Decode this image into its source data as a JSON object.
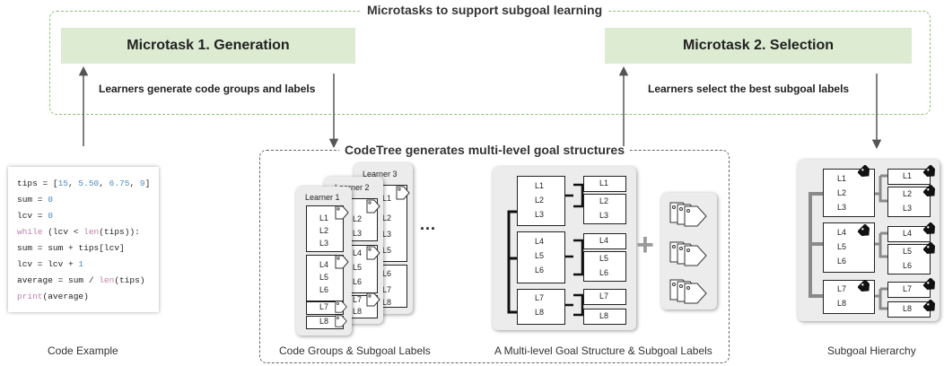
{
  "header": {
    "title": "Microtasks to support subgoal learning"
  },
  "microtask1": {
    "label": "Microtask 1. Generation",
    "description": "Learners generate code groups and labels"
  },
  "microtask2": {
    "label": "Microtask 2. Selection",
    "description": "Learners select the best subgoal labels"
  },
  "codetree": {
    "title": "CodeTree generates multi-level goal structures"
  },
  "code_example": {
    "lines": [
      "tips = [15, 5.50, 6.75, 9]",
      "sum = 0",
      "lcv = 0",
      "while (lcv < len(tips)):",
      "  sum = sum + tips[lcv]",
      "  lcv = lcv + 1",
      "average = sum / len(tips)",
      "print(average)"
    ],
    "caption": "Code Example"
  },
  "learner_cards": {
    "learners": [
      "Learner 1",
      "Learner 2",
      "Learner 3"
    ],
    "labels": [
      "L1",
      "L2",
      "L3",
      "L4",
      "L5",
      "L6",
      "L7",
      "L8"
    ],
    "ellipsis": "...",
    "caption": "Code Groups & Subgoal Labels"
  },
  "goal_structure": {
    "plus": "+",
    "caption": "A Multi-level Goal Structure & Subgoal Labels"
  },
  "hierarchy": {
    "caption": "Subgoal Hierarchy"
  },
  "colors": {
    "green_fill": "#dcebd2",
    "green_dash": "#8cc07a",
    "panel_gray": "#ececec",
    "keyword": "#c080b0",
    "number": "#4a8bc0"
  }
}
